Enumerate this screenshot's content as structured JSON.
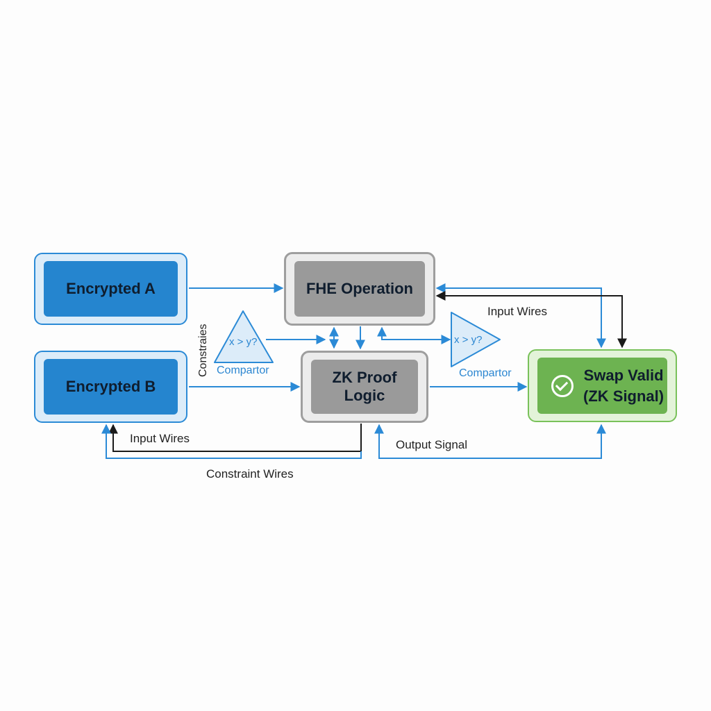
{
  "nodes": {
    "encrypted_a": "Encrypted A",
    "encrypted_b": "Encrypted B",
    "fhe_operation": "FHE Operation",
    "zk_proof_logic": "ZK Proof Logic",
    "swap_valid_line1": "Swap Valid",
    "swap_valid_line2": "(ZK Signal)"
  },
  "comparators": {
    "left": {
      "expression": "x > y?",
      "label": "Compartor"
    },
    "right": {
      "expression": "x > y?",
      "label": "Compartor"
    }
  },
  "labels": {
    "constraints": "Constraies",
    "input_wires_top": "Input Wires",
    "input_wires_bottom": "Input Wires",
    "output_signal": "Output Signal",
    "constraint_wires": "Constraint Wires"
  },
  "colors": {
    "wire_blue": "#2b8ad6",
    "wire_black": "#1a1a1a",
    "input_node": "#2585cf",
    "operation_node": "#9a9a9a",
    "output_node": "#6db351"
  },
  "icons": {
    "swap_valid": "check-circle-icon"
  }
}
